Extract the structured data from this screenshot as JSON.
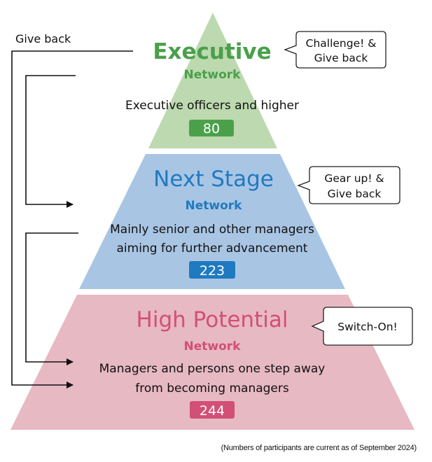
{
  "give_back_label": "Give back",
  "tiers": [
    {
      "title": "Executive",
      "subtitle": "Network",
      "desc_lines": [
        "Executive officers and higher"
      ],
      "count": "80",
      "bubble_lines": [
        "Challenge! &",
        "Give back"
      ],
      "colors": {
        "fill": "#bdd9b0",
        "title": "#4aa04a",
        "badge": "#4ba14a"
      }
    },
    {
      "title": "Next Stage",
      "subtitle": "Network",
      "desc_lines": [
        "Mainly senior and other managers",
        "aiming for further advancement"
      ],
      "count": "223",
      "bubble_lines": [
        "Gear up! &",
        "Give back"
      ],
      "colors": {
        "fill": "#a9c5e4",
        "title": "#1f7ac0",
        "badge": "#1f7ac0"
      }
    },
    {
      "title": "High Potential",
      "subtitle": "Network",
      "desc_lines": [
        "Managers and persons one step away",
        "from becoming managers"
      ],
      "count": "244",
      "bubble_lines": [
        "Switch-On!"
      ],
      "colors": {
        "fill": "#e7b9c3",
        "title": "#d24f77",
        "badge": "#d24f77"
      }
    }
  ],
  "footnote": "(Numbers of participants are current as of September 2024)"
}
